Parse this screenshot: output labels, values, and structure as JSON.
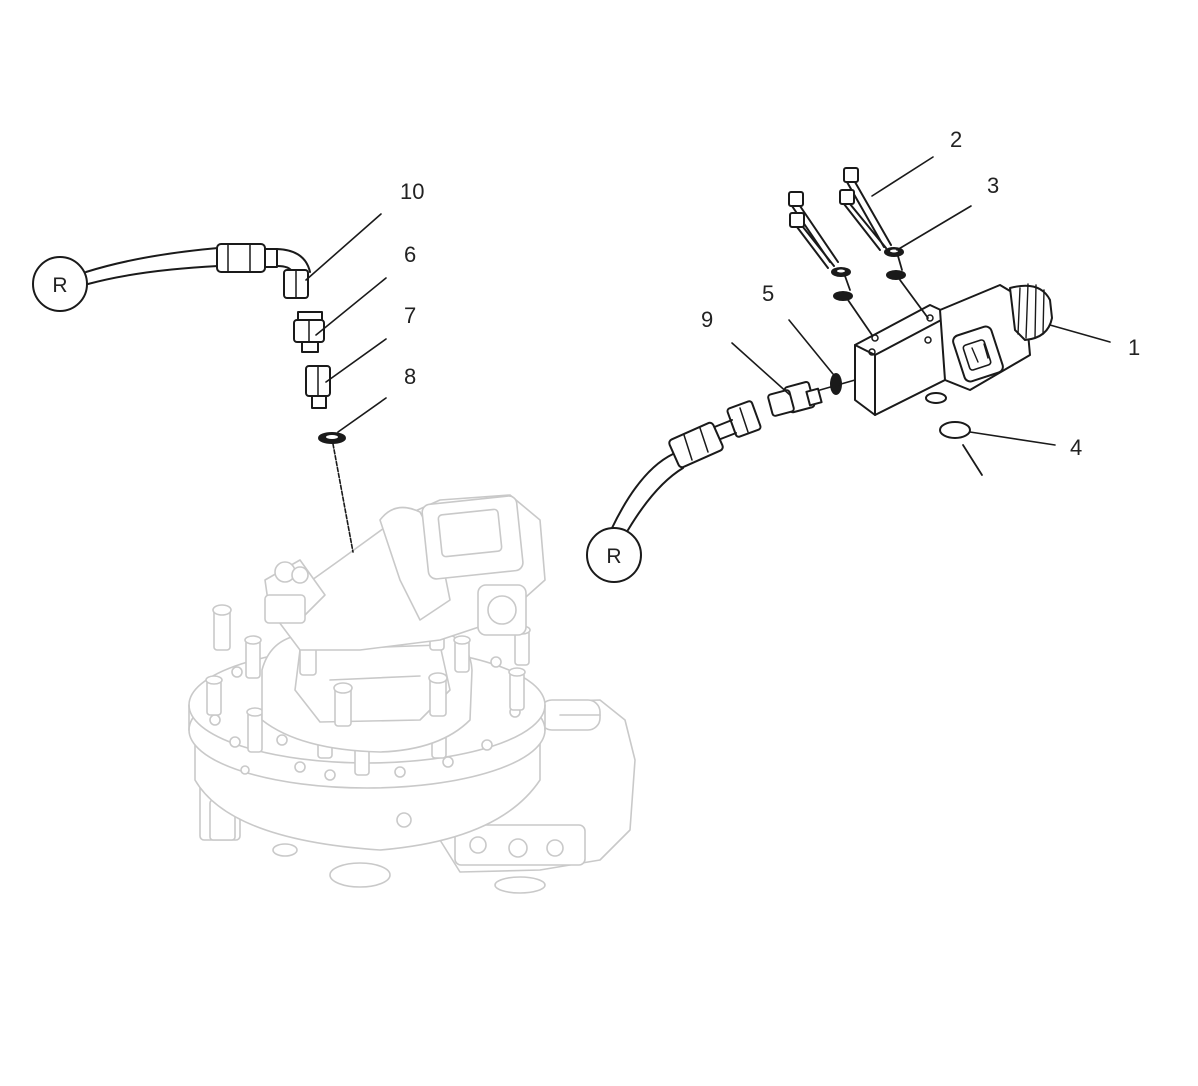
{
  "callouts": {
    "c1": "1",
    "c2": "2",
    "c3": "3",
    "c4": "4",
    "c5": "5",
    "c6": "6",
    "c7": "7",
    "c8": "8",
    "c9": "9",
    "c10": "10"
  },
  "references": {
    "left": "R",
    "right": "R"
  },
  "colors": {
    "ink": "#1a1a1a",
    "ghost": "#c9c9c9",
    "background": "#ffffff"
  }
}
